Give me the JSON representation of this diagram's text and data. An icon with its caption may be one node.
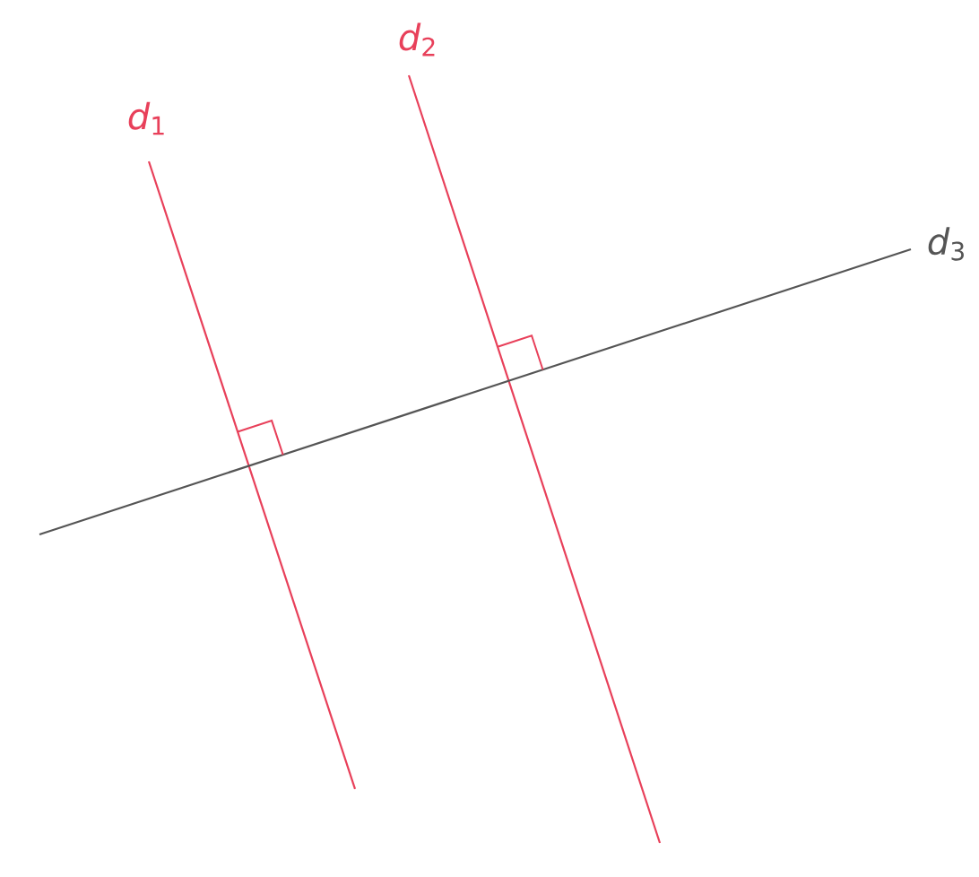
{
  "diagram": {
    "labels": [
      "*d*$_{1}$",
      "*d*$_{2}$",
      "*d*$_{3}$"
    ]
  }
}
